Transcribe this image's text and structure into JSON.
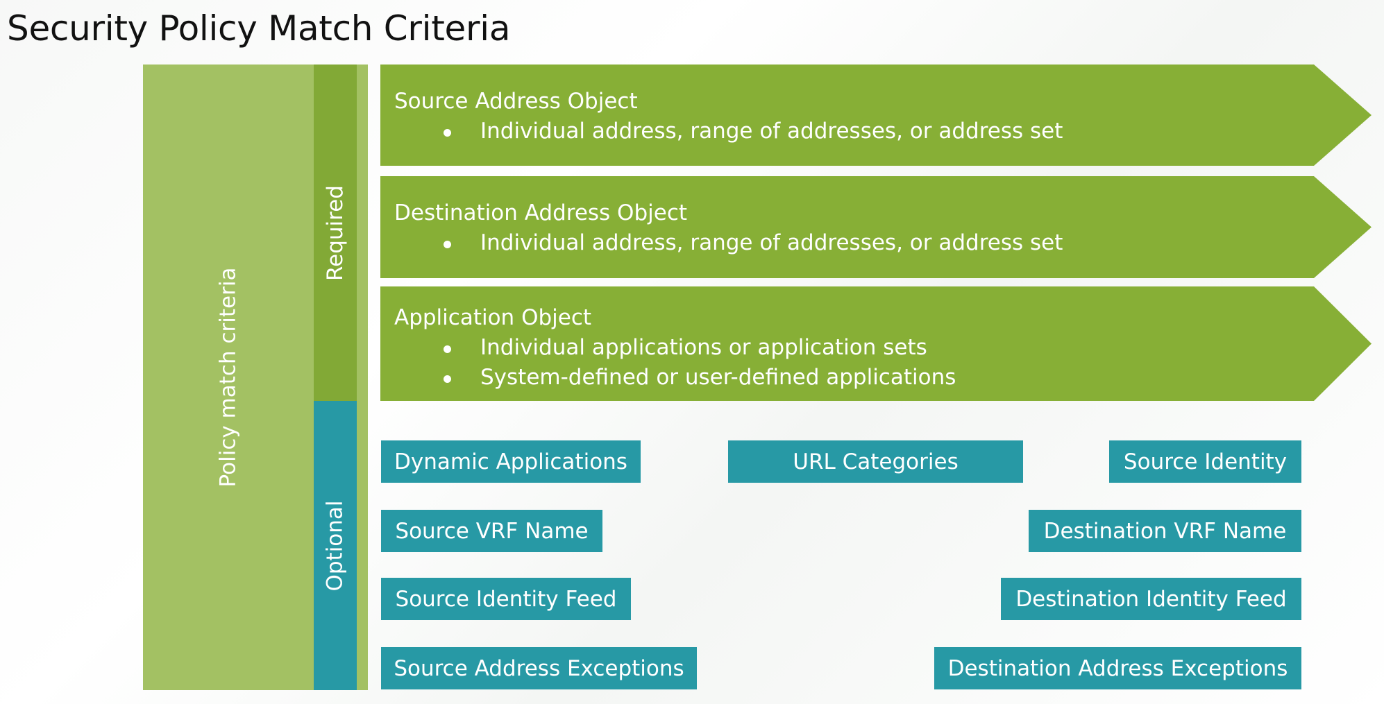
{
  "title": "Security Policy Match Criteria",
  "columns": {
    "outer_label": "Policy match criteria",
    "required_label": "Required",
    "optional_label": "Optional"
  },
  "colors": {
    "outer": "#a3c163",
    "required": "#82a936",
    "required_arrow": "#87af36",
    "optional": "#2799a5",
    "text": "#ffffff"
  },
  "required_items": [
    {
      "title": "Source Address Object",
      "bullets": [
        "Individual address, range of addresses, or address set"
      ]
    },
    {
      "title": "Destination Address Object",
      "bullets": [
        "Individual address, range of addresses, or address set"
      ]
    },
    {
      "title": "Application Object",
      "bullets": [
        "Individual applications or application sets",
        "System-defined or user-defined applications"
      ]
    }
  ],
  "optional_items": {
    "dynamic_applications": "Dynamic Applications",
    "url_categories": "URL Categories",
    "source_identity": "Source Identity",
    "source_vrf_name": "Source VRF Name",
    "destination_vrf_name": "Destination VRF Name",
    "source_identity_feed": "Source Identity Feed",
    "destination_identity_feed": "Destination Identity Feed",
    "source_address_exceptions": "Source Address Exceptions",
    "destination_address_exceptions": "Destination Address Exceptions"
  }
}
